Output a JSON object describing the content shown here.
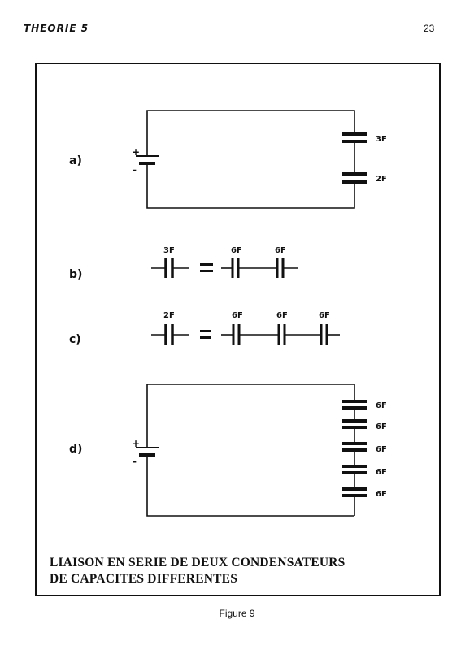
{
  "header": {
    "title": "THEORIE 5",
    "page_number": "23"
  },
  "figure": {
    "parts": [
      {
        "label": "a)",
        "capacitors": [
          "3F",
          "2F"
        ]
      },
      {
        "label": "b)",
        "left": [
          "3F"
        ],
        "equals": "=",
        "right": [
          "6F",
          "6F"
        ]
      },
      {
        "label": "c)",
        "left": [
          "2F"
        ],
        "equals": "=",
        "right": [
          "6F",
          "6F",
          "6F"
        ]
      },
      {
        "label": "d)",
        "capacitors": [
          "6F",
          "6F",
          "6F",
          "6F",
          "6F"
        ]
      }
    ],
    "battery_plus": "+",
    "battery_minus": "-"
  },
  "caption": {
    "line1": "LIAISON EN SERIE DE DEUX CONDENSATEURS",
    "line2": "DE CAPACITES DIFFERENTES"
  },
  "figure_label": "Figure 9"
}
